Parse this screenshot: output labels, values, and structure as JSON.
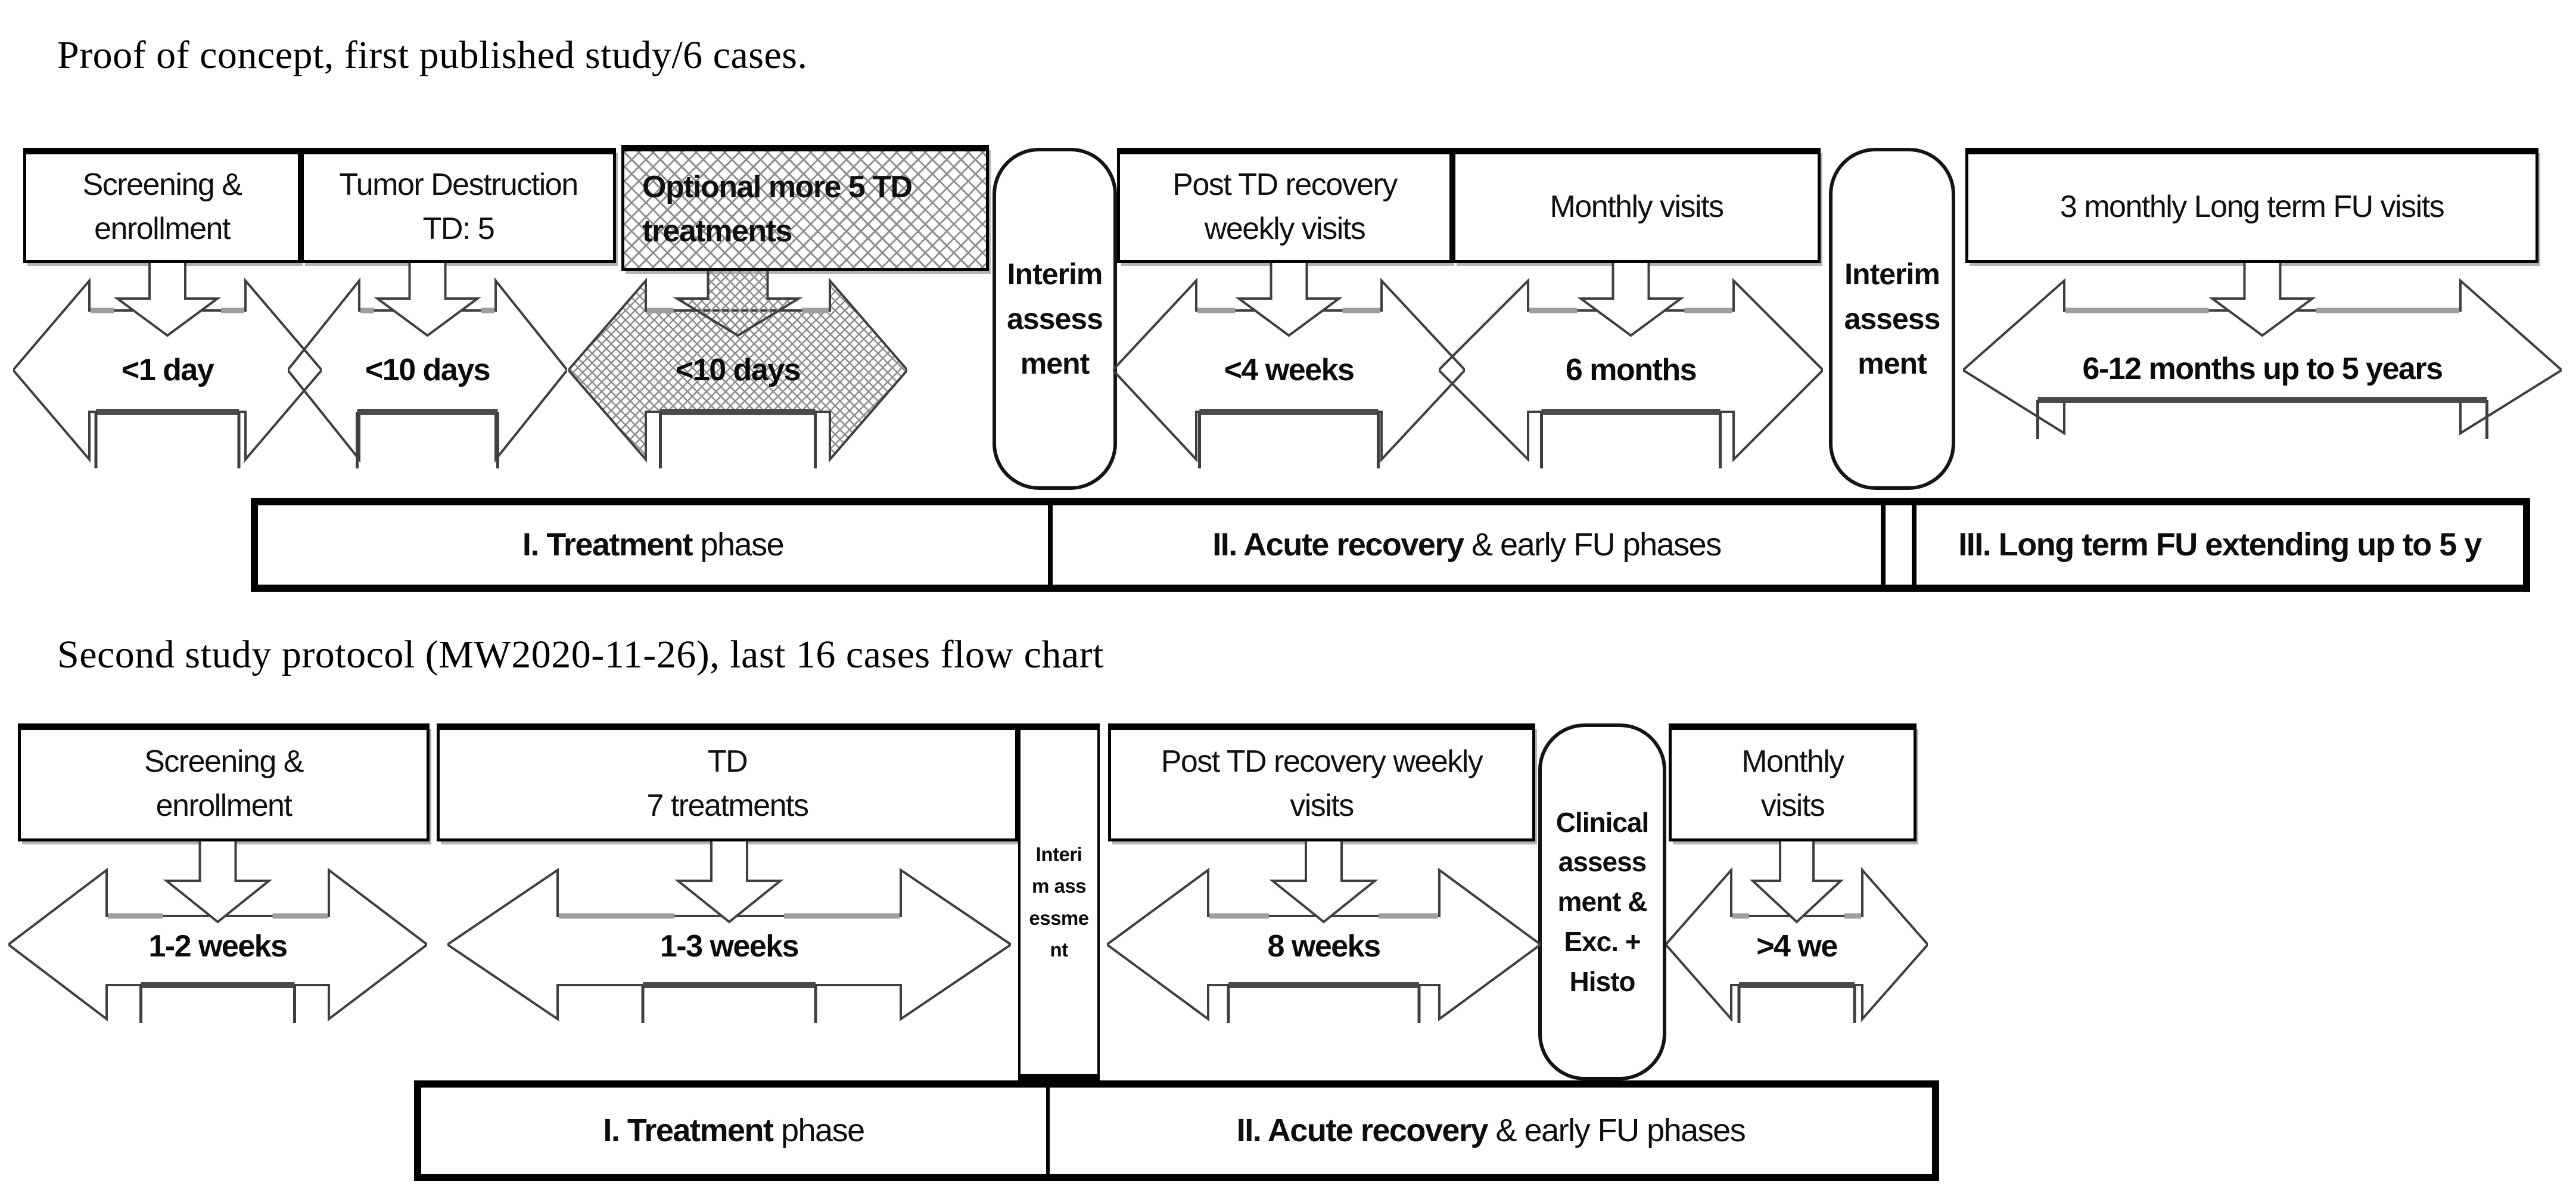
{
  "chart1": {
    "title": "Proof of concept, first published study/6 cases.",
    "boxes": [
      {
        "lines": [
          "Screening &",
          "enrollment"
        ]
      },
      {
        "lines": [
          "Tumor Destruction",
          "TD: 5"
        ]
      },
      {
        "lines": [
          "Optional more 5 TD",
          "treatments"
        ]
      },
      {
        "lines": [
          "Post TD recovery",
          "weekly visits"
        ]
      },
      {
        "lines": [
          "Monthly visits"
        ]
      },
      {
        "lines": [
          "3 monthly Long term FU visits"
        ]
      }
    ],
    "interim_left": "Interim assessment",
    "interim_right": "Interim assessment",
    "arrows": [
      "<1 day",
      "<10 days",
      "<10 days",
      "<4 weeks",
      "6 months",
      "6-12 months up to 5 years"
    ],
    "phases": [
      {
        "bold": "I. Treatment",
        "rest": " phase"
      },
      {
        "bold": "II. Acute recovery",
        "rest": " & early FU phases"
      },
      {
        "bold": "",
        "rest": ""
      },
      {
        "bold": "III. Long term FU extending up to 5 y",
        "rest": ""
      }
    ]
  },
  "chart2": {
    "title": "Second study protocol (MW2020-11-26), last 16 cases flow chart",
    "boxes": [
      {
        "lines": [
          "Screening &",
          "enrollment"
        ]
      },
      {
        "lines": [
          "TD",
          "7 treatments"
        ]
      },
      {
        "lines": [
          "Post TD recovery weekly",
          "visits"
        ]
      },
      {
        "lines": [
          "Monthly",
          "visits"
        ]
      }
    ],
    "interim": "Interim assessment",
    "clinical": "Clinical assessment &Exc. + Histo",
    "arrows": [
      "1-2 weeks",
      "1-3 weeks",
      "8 weeks",
      ">4 we"
    ],
    "phases": [
      {
        "bold": "I. Treatment",
        "rest": " phase"
      },
      {
        "bold": "II. Acute recovery",
        "rest": " & early FU phases"
      }
    ]
  }
}
